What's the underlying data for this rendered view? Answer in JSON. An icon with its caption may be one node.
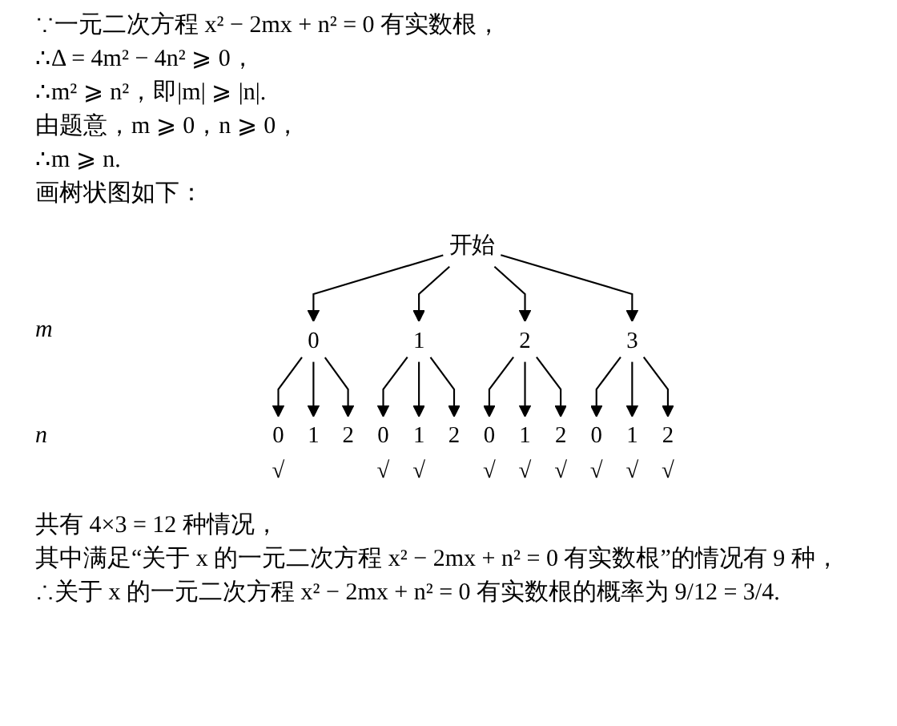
{
  "diagram": {
    "nodes": [
      {
        "text": [
          "开始"
        ]
      },
      {
        "text": [
          "0"
        ]
      },
      {
        "text": [
          "1"
        ]
      },
      {
        "text": [
          "2"
        ]
      },
      {
        "text": [
          "3"
        ]
      },
      {
        "text": [
          "0"
        ],
        "beside": [
          "√"
        ]
      },
      {
        "text": [
          "1"
        ]
      },
      {
        "text": [
          "2"
        ]
      },
      {
        "text": [
          "0"
        ],
        "beside": [
          "√"
        ]
      },
      {
        "text": [
          "1"
        ],
        "beside": [
          "√"
        ]
      },
      {
        "text": [
          "2"
        ]
      },
      {
        "text": [
          "0"
        ],
        "beside": [
          "√"
        ]
      },
      {
        "text": [
          "1"
        ],
        "beside": [
          "√"
        ]
      },
      {
        "text": [
          "2"
        ],
        "beside": [
          "√"
        ]
      },
      {
        "text": [
          "0"
        ],
        "beside": [
          "√"
        ]
      },
      {
        "text": [
          "1"
        ],
        "beside": [
          "√"
        ]
      },
      {
        "text": [
          "2"
        ],
        "beside": [
          "√"
        ]
      }
    ],
    "edges": [
      {
        "from": 0,
        "to": 1,
        "arrow": "to"
      },
      {
        "from": 0,
        "to": 2,
        "arrow": "to"
      },
      {
        "from": 0,
        "to": 3,
        "arrow": "to"
      },
      {
        "from": 0,
        "to": 4,
        "arrow": "to"
      },
      {
        "from": 1,
        "to": 5,
        "arrow": "to"
      },
      {
        "from": 1,
        "to": 6,
        "arrow": "to"
      },
      {
        "from": 1,
        "to": 7,
        "arrow": "to"
      },
      {
        "from": 2,
        "to": 8,
        "arrow": "to"
      },
      {
        "from": 2,
        "to": 9,
        "arrow": "to"
      },
      {
        "from": 2,
        "to": 10,
        "arrow": "to"
      },
      {
        "from": 3,
        "to": 11,
        "arrow": "to"
      },
      {
        "from": 3,
        "to": 12,
        "arrow": "to"
      },
      {
        "from": 3,
        "to": 13,
        "arrow": "to"
      },
      {
        "from": 4,
        "to": 14,
        "arrow": "to"
      },
      {
        "from": 4,
        "to": 15,
        "arrow": "to"
      },
      {
        "from": 4,
        "to": 16,
        "arrow": "to"
      }
    ],
    "labels": [
      "∵一元二次方程 x² − 2mx + n² = 0 有实数根，",
      "∴Δ = 4m² − 4n² ⩾ 0，",
      "∴m² ⩾ n²，即|m| ⩾ |n|.",
      "由题意，m ⩾ 0，n ⩾ 0，",
      "∴m ⩾ n.",
      "画树状图如下：",
      "m",
      "n",
      "共有 4×3 = 12 种情况，",
      "其中满足“关于 x 的一元二次方程 x² − 2mx + n² = 0 有实数根”的情况有 9 种，",
      "∴关于 x 的一元二次方程 x² − 2mx + n² = 0 有实数根的概率为 9/12 = 3/4."
    ]
  }
}
